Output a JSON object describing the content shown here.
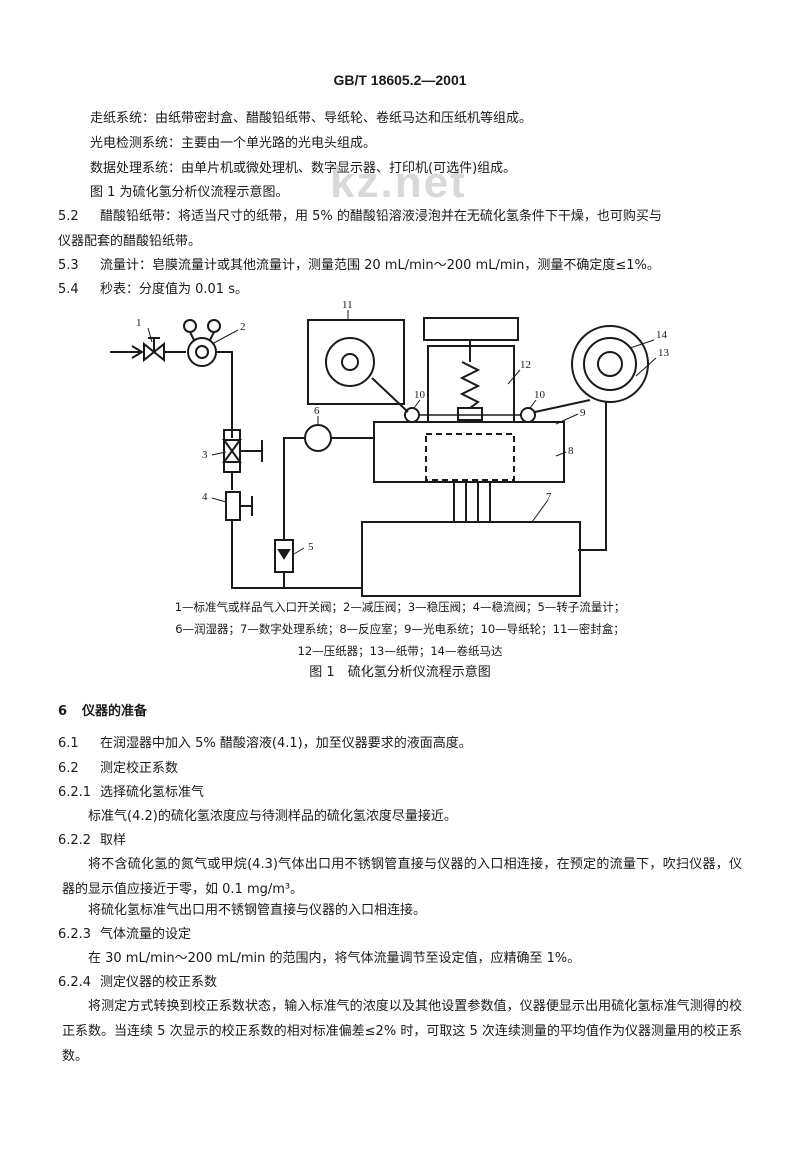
{
  "header": {
    "std_number": "GB/T 18605.2—2001"
  },
  "watermark": "kz.net",
  "intro_lines": [
    "走纸系统：由纸带密封盒、醋酸铅纸带、导纸轮、卷纸马达和压纸机等组成。",
    "光电检测系统：主要由一个单光路的光电头组成。",
    "数据处理系统：由单片机或微处理机、数字显示器、打印机(可选件)组成。",
    "图 1 为硫化氢分析仪流程示意图。"
  ],
  "s5_2": {
    "num": "5.2",
    "line1": "醋酸铅纸带：将适当尺寸的纸带，用 5% 的醋酸铅溶液浸泡并在无硫化氢条件下干燥，也可购买与",
    "line2": "仪器配套的醋酸铅纸带。"
  },
  "s5_3": {
    "num": "5.3",
    "text": "流量计：皂膜流量计或其他流量计，测量范围 20 mL/min～200 mL/min，测量不确定度≤1%。"
  },
  "s5_4": {
    "num": "5.4",
    "text": "秒表：分度值为 0.01 s。"
  },
  "figure": {
    "labels": [
      "1",
      "2",
      "3",
      "4",
      "5",
      "6",
      "7",
      "8",
      "9",
      "10",
      "10",
      "11",
      "12",
      "13",
      "14"
    ],
    "legend": [
      "1—标准气或样品气入口开关阀；2—减压阀；3—稳压阀；4—稳流阀；5—转子流量计；",
      "6—润湿器；7—数字处理系统；8—反应室；9—光电系统；10—导纸轮；11—密封盒；",
      "12—压纸器；13—纸带；14—卷纸马达"
    ],
    "caption": "图 1　硫化氢分析仪流程示意图"
  },
  "s6": {
    "num": "6",
    "title": "仪器的准备"
  },
  "s6_1": {
    "num": "6.1",
    "text": "在润湿器中加入 5% 醋酸溶液(4.1)，加至仪器要求的液面高度。"
  },
  "s6_2": {
    "num": "6.2",
    "text": "测定校正系数"
  },
  "s6_2_1": {
    "num": "6.2.1",
    "title": "选择硫化氢标准气",
    "body": "标准气(4.2)的硫化氢浓度应与待测样品的硫化氢浓度尽量接近。"
  },
  "s6_2_2": {
    "num": "6.2.2",
    "title": "取样",
    "p1": "将不含硫化氢的氮气或甲烷(4.3)气体出口用不锈钢管直接与仪器的入口相连接，在预定的流量下，吹扫仪器，仪器的显示值应接近于零，如 0.1 mg/m³。",
    "p2": "将硫化氢标准气出口用不锈钢管直接与仪器的入口相连接。"
  },
  "s6_2_3": {
    "num": "6.2.3",
    "title": "气体流量的设定",
    "body": "在 30 mL/min～200 mL/min 的范围内，将气体流量调节至设定值，应精确至 1%。"
  },
  "s6_2_4": {
    "num": "6.2.4",
    "title": "测定仪器的校正系数",
    "body": "将测定方式转换到校正系数状态，输入标准气的浓度以及其他设置参数值，仪器便显示出用硫化氢标准气测得的校正系数。当连续 5 次显示的校正系数的相对标准偏差≤2% 时，可取这 5 次连续测量的平均值作为仪器测量用的校正系数。"
  }
}
